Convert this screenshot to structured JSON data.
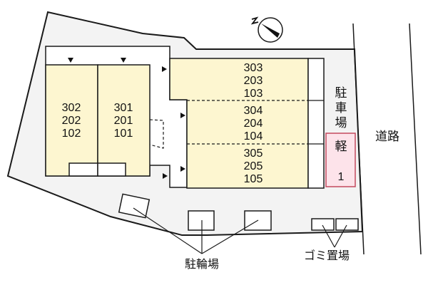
{
  "colors": {
    "lot_fill": "#f3f3f3",
    "unit_fill": "#fdf6d0",
    "parking_fill": "#fde3ea",
    "parking_stroke": "#c4495e",
    "line": "#1a1a1a"
  },
  "building_left": {
    "units": [
      {
        "id": "col-302",
        "labels": [
          "302",
          "202",
          "102"
        ]
      },
      {
        "id": "col-301",
        "labels": [
          "301",
          "201",
          "101"
        ]
      }
    ]
  },
  "building_right": {
    "units": [
      {
        "id": "row-303",
        "labels": [
          "303",
          "203",
          "103"
        ]
      },
      {
        "id": "row-304",
        "labels": [
          "304",
          "204",
          "104"
        ]
      },
      {
        "id": "row-305",
        "labels": [
          "305",
          "205",
          "105"
        ]
      }
    ]
  },
  "parking": {
    "label_chars": [
      "駐",
      "車",
      "場"
    ],
    "space": {
      "type": "軽",
      "number": "1"
    }
  },
  "road": {
    "label": "道路"
  },
  "bicycle_parking": {
    "label": "駐輪場"
  },
  "garbage": {
    "label": "ゴミ置場"
  },
  "compass": {
    "label": "N"
  }
}
